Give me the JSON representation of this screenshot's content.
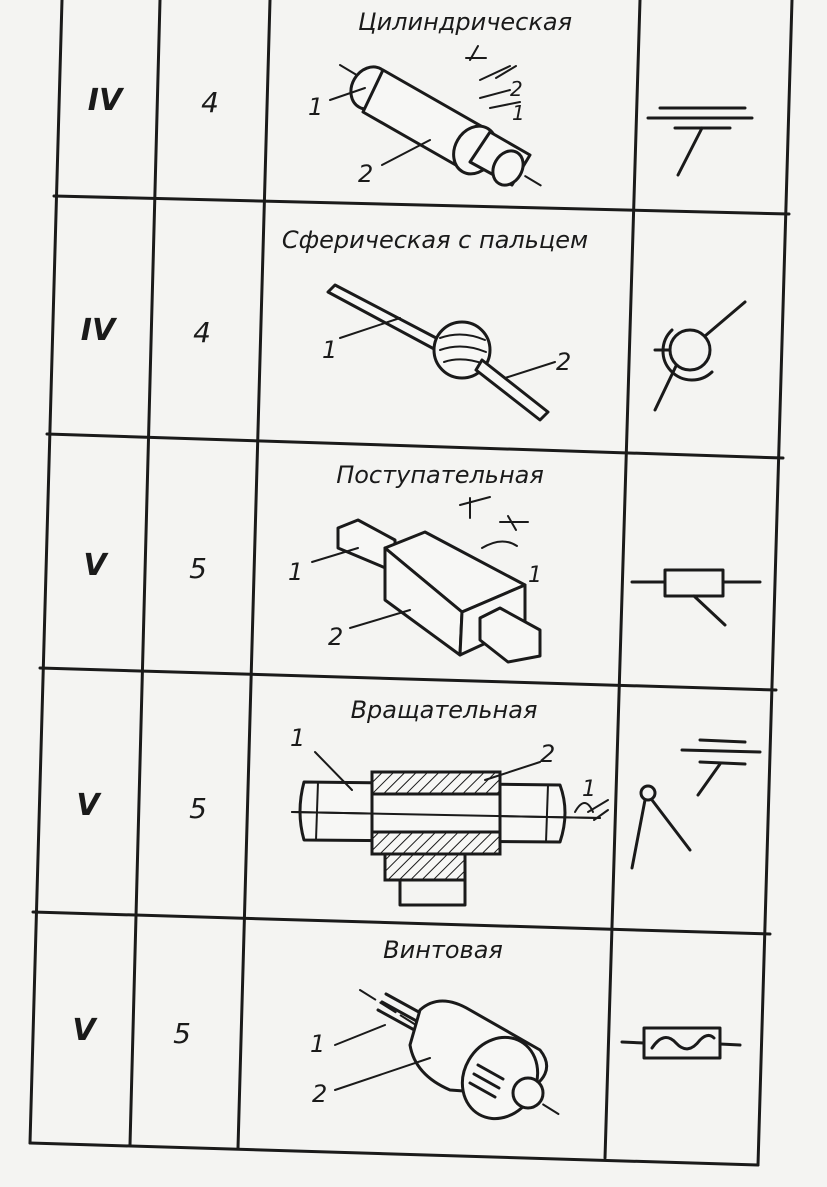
{
  "rows": [
    {
      "klass": "IV",
      "count": "4",
      "title": "Цилиндрическая",
      "callouts": [
        "1",
        "2"
      ],
      "motion": [
        "2",
        "1"
      ]
    },
    {
      "klass": "IV",
      "count": "4",
      "title": "Сферическая с пальцем",
      "callouts": [
        "1",
        "2"
      ]
    },
    {
      "klass": "V",
      "count": "5",
      "title": "Поступательная",
      "callouts": [
        "1",
        "2"
      ],
      "motion": [
        "1"
      ]
    },
    {
      "klass": "V",
      "count": "5",
      "title": "Вращательная",
      "callouts": [
        "1",
        "2"
      ],
      "motion": [
        "1"
      ]
    },
    {
      "klass": "V",
      "count": "5",
      "title": "Винтовая",
      "callouts": [
        "1",
        "2"
      ]
    }
  ]
}
